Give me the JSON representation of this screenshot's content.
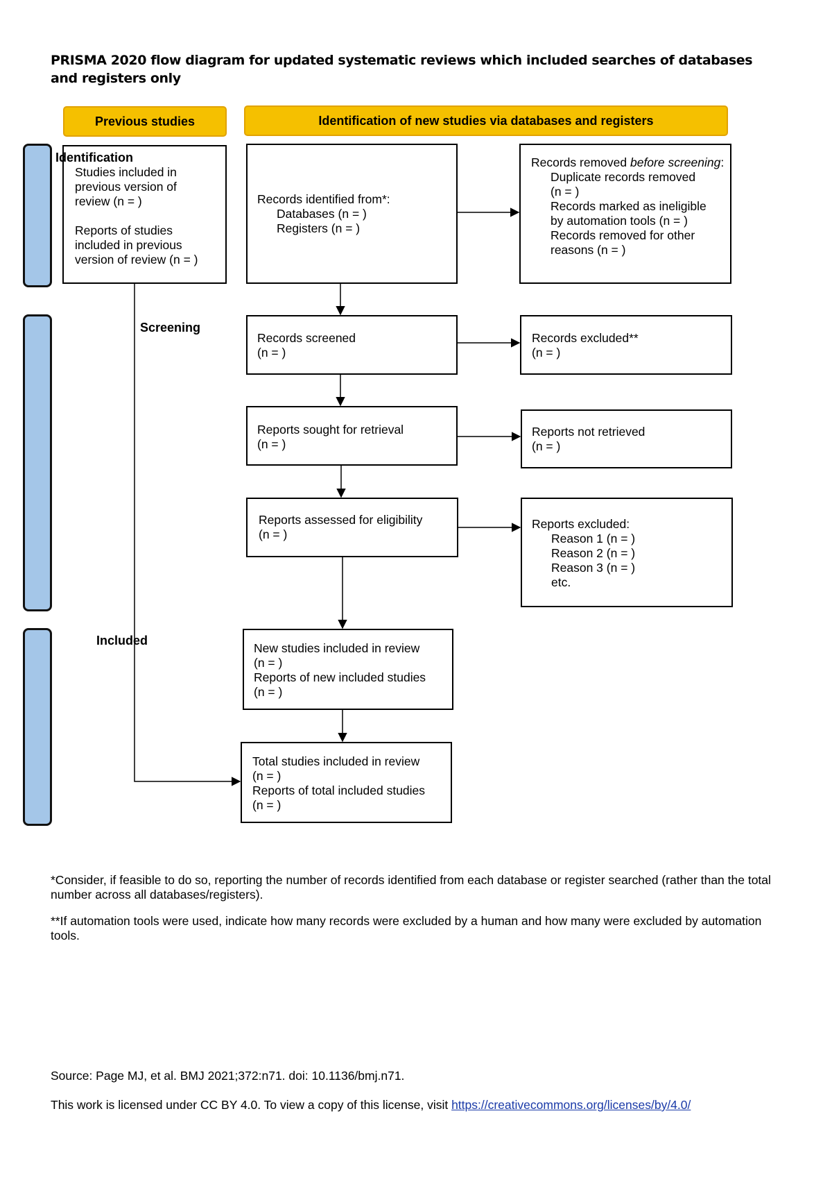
{
  "title": "PRISMA 2020 flow diagram for updated systematic reviews which included searches of databases and registers only",
  "headers": {
    "previous": "Previous studies",
    "new": "Identification of new studies via databases and registers"
  },
  "phases": {
    "identification": "Identification",
    "screening": "Screening",
    "included": "Included"
  },
  "previous_box": {
    "studies": [
      "Studies included in",
      "previous version of",
      "review (n = )"
    ],
    "reports": [
      "Reports of studies",
      "included in previous",
      "version of review (n = )"
    ]
  },
  "records_identified": {
    "heading": "Records identified from*:",
    "databases": "Databases (n = )",
    "registers": "Registers (n = )"
  },
  "records_removed": {
    "prefix": "Records removed ",
    "emph": "before screening",
    "suffix": ":",
    "duplicate": [
      "Duplicate records removed",
      "(n = )"
    ],
    "ineligible": [
      "Records marked as ineligible",
      "by automation tools (n = )"
    ],
    "other": [
      "Records removed for other",
      "reasons (n = )"
    ]
  },
  "records_screened": {
    "label": "Records screened",
    "n": "(n = )"
  },
  "records_excluded": {
    "label": "Records excluded**",
    "n": "(n = )"
  },
  "reports_sought": {
    "label": "Reports sought for retrieval",
    "n": "(n = )"
  },
  "reports_not_retrieved": {
    "label": "Reports not retrieved",
    "n": "(n = )"
  },
  "reports_assessed": {
    "label": "Reports assessed for eligibility",
    "n": "(n = )"
  },
  "reports_excluded": {
    "label": "Reports excluded:",
    "reasons": [
      "Reason 1 (n = )",
      "Reason 2 (n = )",
      "Reason 3 (n = )",
      "etc."
    ]
  },
  "new_included": {
    "studies": "New studies included in review",
    "studies_n": "(n = )",
    "reports": "Reports of new included studies",
    "reports_n": "(n = )"
  },
  "total_included": {
    "studies": "Total studies included in review",
    "studies_n": "(n = )",
    "reports": "Reports of total included studies",
    "reports_n": "(n = )"
  },
  "footnotes": {
    "note1": "*Consider, if feasible to do so, reporting the number of records identified from each database or register searched (rather than the total number across all databases/registers).",
    "note2": "**If automation tools were used, indicate how many records were excluded by a human and how many were excluded by automation tools."
  },
  "source": "Source: Page MJ, et al. BMJ 2021;372:n71. doi: 10.1136/bmj.n71.",
  "license": {
    "text": "This work is licensed under CC BY 4.0. To view a copy of this license, visit ",
    "url": "https://creativecommons.org/licenses/by/4.0/"
  },
  "colors": {
    "header_fill": "#f5c000",
    "header_border": "#e1a200",
    "phase_fill": "#a4c6e8",
    "link": "#1a3aa8"
  }
}
